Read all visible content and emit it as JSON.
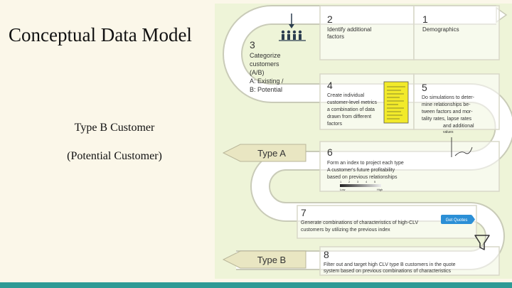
{
  "slide": {
    "title": "Conceptual Data Model",
    "line1": "Type B Customer",
    "line2": "(Potential Customer)"
  },
  "diagram": {
    "steps": [
      {
        "number": "1",
        "lines": [
          "Demographics"
        ]
      },
      {
        "number": "2",
        "lines": [
          "Identify additional",
          "factors"
        ]
      },
      {
        "number": "3",
        "lines": [
          "Categorize",
          "customers",
          "(A/B)",
          "A: Existing /",
          "B: Potential"
        ]
      },
      {
        "number": "4",
        "lines": [
          "Create individual",
          "customer-level metrics",
          "a combination of data",
          "drawn from different",
          "factors"
        ]
      },
      {
        "number": "5",
        "lines": [
          "Do simulations to deter-",
          "mine relationships be-",
          "tween factors and mor-",
          "tality rates, lapse rates",
          "and additional",
          "values"
        ]
      },
      {
        "number": "6",
        "lines": [
          "Form an index to project each type",
          "A customer's future profitability",
          "based on previous relationships"
        ]
      },
      {
        "number": "7",
        "lines": [
          "Generate combinations of characteristics of high-CLV",
          "customers by utilizing the previous index"
        ]
      },
      {
        "number": "8",
        "lines": [
          "Filter out and target high CLV type B customers in the quote",
          "system based on previous combinations of characteristics"
        ]
      }
    ],
    "type_a_label": "Type A",
    "type_b_label": "Type B",
    "get_quotes_label": "Get Quotes",
    "scale_low": "Low",
    "scale_high": "High",
    "scale_numbers": [
      "1",
      "2",
      "3",
      "4",
      "5"
    ],
    "colors": {
      "panel": "#eef4d8",
      "road": "#ffffff",
      "road_edge": "#c9cbb8",
      "frame": "#d8d8c8",
      "arrow_fill": "#e9e6c2",
      "notepad": "#f2ea2a",
      "button": "#2b8fd6",
      "text": "#333333"
    },
    "icons": [
      "people-icon",
      "notepad-icon",
      "signature-icon",
      "gradient-scale-icon",
      "funnel-icon",
      "get-quotes-button"
    ]
  }
}
